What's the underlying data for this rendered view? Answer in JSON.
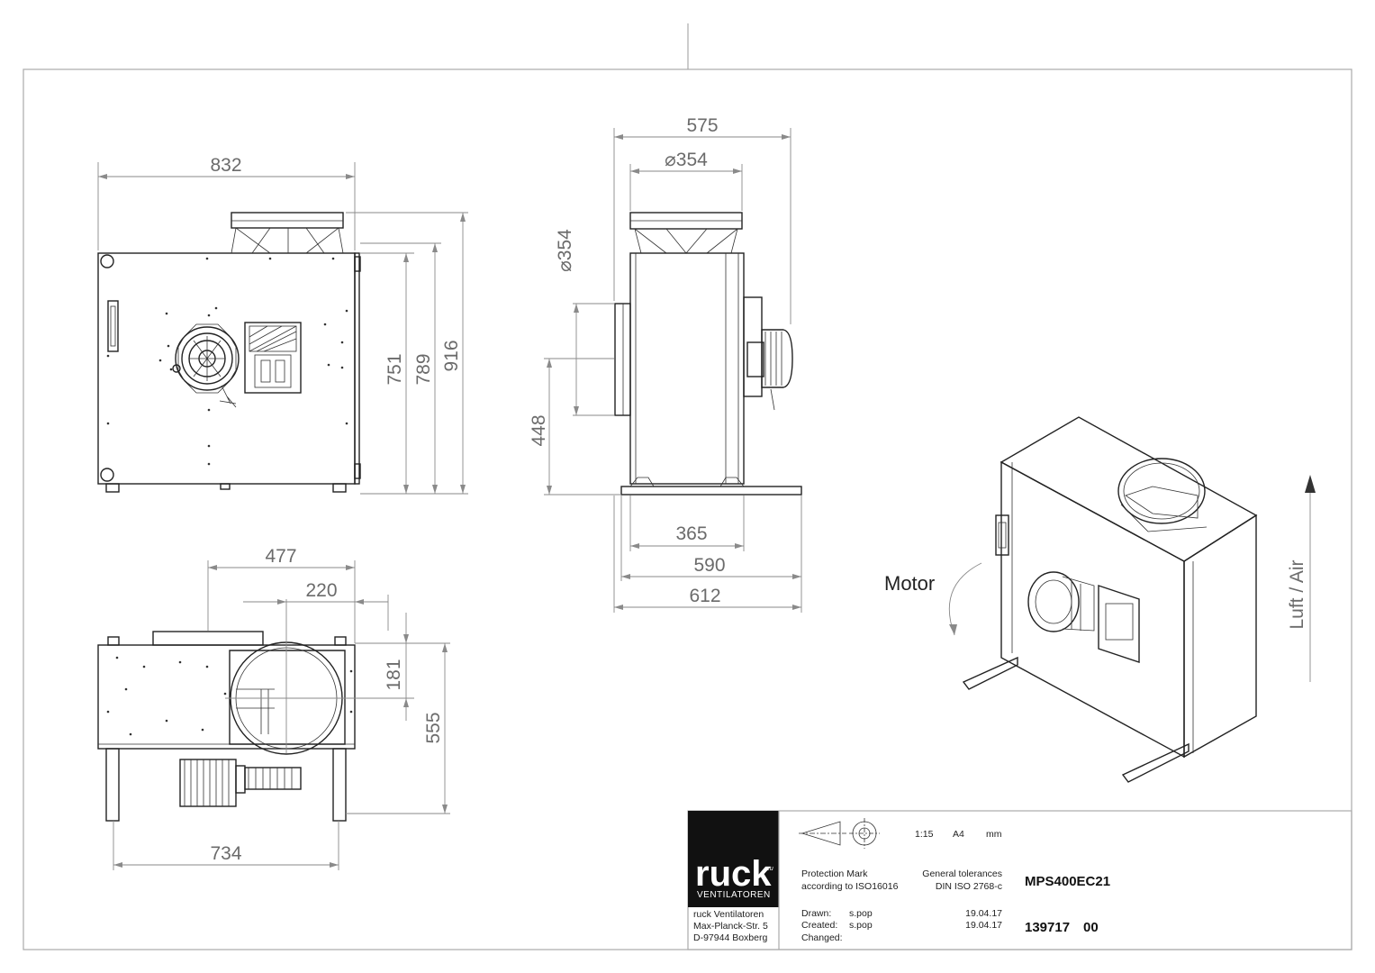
{
  "drawing": {
    "front_view": {
      "width": "832",
      "height_body": "751",
      "height_frame": "789",
      "height_total": "916"
    },
    "side_view": {
      "width_top": "575",
      "diameter_top": "⌀354",
      "diameter_side": "⌀354",
      "offset": "448",
      "foot_inner": "365",
      "foot_mid": "590",
      "foot_outer": "612"
    },
    "top_view": {
      "width": "477",
      "offset": "220",
      "depth_offset": "181",
      "depth": "555",
      "foot_width": "734"
    },
    "iso_view": {
      "motor_label": "Motor",
      "airflow_label": "Luft / Air"
    }
  },
  "title_block": {
    "company": {
      "brand": "ruck",
      "brand_suffix": "eu",
      "tagline": "VENTILATOREN",
      "name": "ruck Ventilatoren",
      "street": "Max-Planck-Str. 5",
      "city": "D-97944 Boxberg"
    },
    "scale": "1:15",
    "paper": "A4",
    "unit": "mm",
    "protection_mark_1": "Protection Mark",
    "protection_mark_2": "according to ISO16016",
    "tolerances_1": "General tolerances",
    "tolerances_2": "DIN ISO 2768-c",
    "model": "MPS400EC21",
    "drawn_label": "Drawn:",
    "drawn_by": "s.pop",
    "drawn_date": "19.04.17",
    "created_label": "Created:",
    "created_by": "s.pop",
    "created_date": "19.04.17",
    "changed_label": "Changed:",
    "part_number": "139717",
    "revision": "00"
  },
  "colors": {
    "frame": "#aaaaaa",
    "dimension": "#8a8a8a",
    "logo_bg": "#111111"
  }
}
